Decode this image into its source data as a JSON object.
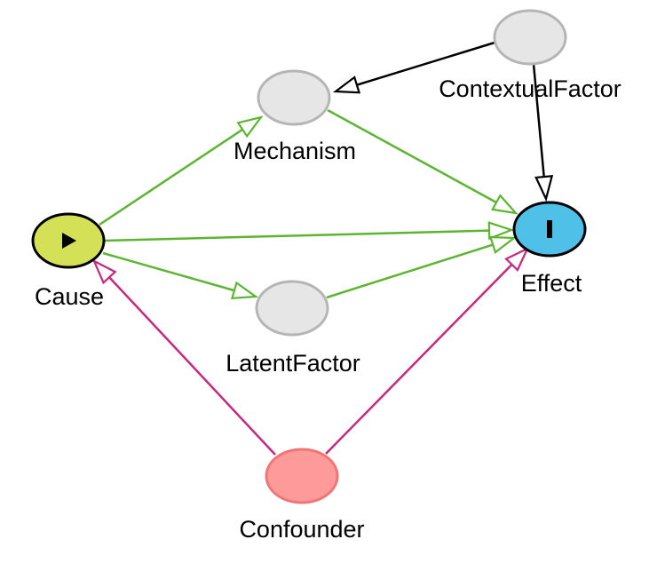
{
  "diagram": {
    "nodes": [
      {
        "id": "cause",
        "label": "Cause",
        "fill": "#d4e157",
        "stroke": "#000000",
        "role": "exposure",
        "icon": "play-icon"
      },
      {
        "id": "effect",
        "label": "Effect",
        "fill": "#4fc0e8",
        "stroke": "#000000",
        "role": "outcome",
        "icon": "outcome-bar-icon"
      },
      {
        "id": "mechanism",
        "label": "Mechanism",
        "fill": "#e6e6e6",
        "stroke": "#b5b5b5"
      },
      {
        "id": "latent",
        "label": "LatentFactor",
        "fill": "#e6e6e6",
        "stroke": "#b5b5b5"
      },
      {
        "id": "contextual",
        "label": "ContextualFactor",
        "fill": "#e6e6e6",
        "stroke": "#b5b5b5"
      },
      {
        "id": "confounder",
        "label": "Confounder",
        "fill": "#ff9a9a",
        "stroke": "#f07575"
      }
    ],
    "edges": [
      {
        "from": "cause",
        "to": "mechanism",
        "color": "#5cb531"
      },
      {
        "from": "cause",
        "to": "effect",
        "color": "#5cb531"
      },
      {
        "from": "cause",
        "to": "latent",
        "color": "#5cb531"
      },
      {
        "from": "mechanism",
        "to": "effect",
        "color": "#5cb531"
      },
      {
        "from": "latent",
        "to": "effect",
        "color": "#5cb531"
      },
      {
        "from": "contextual",
        "to": "mechanism",
        "color": "#000000"
      },
      {
        "from": "contextual",
        "to": "effect",
        "color": "#000000"
      },
      {
        "from": "confounder",
        "to": "cause",
        "color": "#c7277e"
      },
      {
        "from": "confounder",
        "to": "effect",
        "color": "#c7277e"
      }
    ]
  }
}
